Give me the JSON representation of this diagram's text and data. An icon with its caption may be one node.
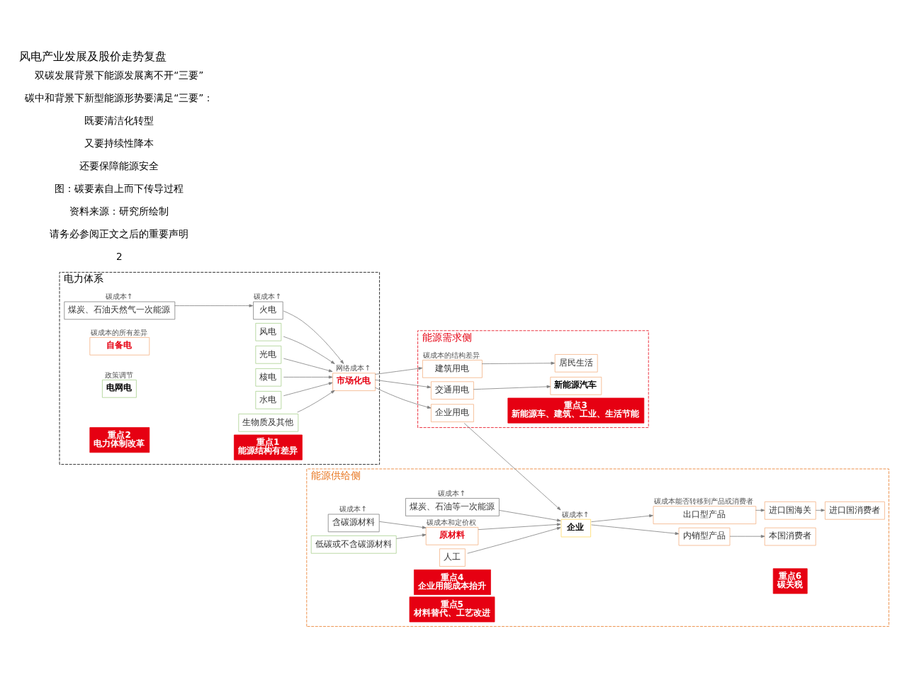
{
  "diagram": {
    "title": "风电产业发展及股价走势复盘",
    "nodes": [
      {
        "text": [
          "电力体系"
        ]
      },
      {
        "text": [
          "煤炭、石油天然气一次能源"
        ],
        "in": 0,
        "beside": [
          "碳成本↑"
        ]
      },
      {
        "text": [
          "火电"
        ],
        "in": 0,
        "beside": [
          "碳成本↑"
        ]
      },
      {
        "text": [
          "风电"
        ],
        "in": 0
      },
      {
        "text": [
          "光电"
        ],
        "in": 0
      },
      {
        "text": [
          "核电"
        ],
        "in": 0
      },
      {
        "text": [
          "水电"
        ],
        "in": 0
      },
      {
        "text": [
          "生物质及其他"
        ],
        "in": 0
      },
      {
        "text": [
          "自备电"
        ],
        "in": 0,
        "beside": [
          "碳成本的所有差异"
        ]
      },
      {
        "text": [
          "市场化电"
        ],
        "in": 0,
        "beside": [
          "网络成本↑"
        ]
      },
      {
        "text": [
          "电网电"
        ],
        "in": 0,
        "beside": [
          "政策调节"
        ]
      },
      {
        "text": [
          "重点1",
          "能源结构有差异"
        ],
        "in": 0
      },
      {
        "text": [
          "重点2",
          "电力体制改革"
        ],
        "in": 0
      },
      {
        "text": [
          "能源需求侧"
        ]
      },
      {
        "text": [
          "建筑用电"
        ],
        "in": 13,
        "beside": [
          "碳成本的结构差异"
        ]
      },
      {
        "text": [
          "交通用电"
        ],
        "in": 13
      },
      {
        "text": [
          "企业用电"
        ],
        "in": 13
      },
      {
        "text": [
          "居民生活"
        ],
        "in": 13
      },
      {
        "text": [
          "新能源汽车"
        ],
        "in": 13
      },
      {
        "text": [
          "重点3",
          "新能源车、建筑、工业、生活节能"
        ],
        "in": 13
      },
      {
        "text": [
          "能源供给侧"
        ]
      },
      {
        "text": [
          "煤炭、石油等一次能源"
        ],
        "in": 20,
        "beside": [
          "碳成本↑"
        ]
      },
      {
        "text": [
          "含碳源材料"
        ],
        "in": 20,
        "beside": [
          "碳成本↑"
        ]
      },
      {
        "text": [
          "低碳或不含碳源材料"
        ],
        "in": 20
      },
      {
        "text": [
          "原材料"
        ],
        "in": 20,
        "beside": [
          "碳成本和定价权"
        ]
      },
      {
        "text": [
          "人工"
        ],
        "in": 20
      },
      {
        "text": [
          "企业"
        ],
        "in": 20,
        "beside": [
          "碳成本↑"
        ]
      },
      {
        "text": [
          "重点4",
          "企业用能成本抬升"
        ],
        "in": 20
      },
      {
        "text": [
          "重点5",
          "材料替代、工艺改进"
        ],
        "in": 20
      },
      {
        "text": [
          "内销型产品"
        ],
        "in": 20
      },
      {
        "text": [
          "本国消费者"
        ],
        "in": 20
      },
      {
        "text": [
          "出口型产品"
        ],
        "in": 20,
        "beside": [
          "碳成本能否转移到产品或消费者"
        ]
      },
      {
        "text": [
          "进口国海关"
        ],
        "in": 20
      },
      {
        "text": [
          "进口国消费者"
        ],
        "in": 20
      },
      {
        "text": [
          "重点6",
          "碳关税"
        ],
        "in": 20
      }
    ],
    "edges": [
      {
        "from": 1,
        "to": 2,
        "arrow": "to"
      },
      {
        "from": 2,
        "to": 9,
        "arrow": "to"
      },
      {
        "from": 3,
        "to": 9,
        "arrow": "to"
      },
      {
        "from": 4,
        "to": 9,
        "arrow": "to"
      },
      {
        "from": 5,
        "to": 9,
        "arrow": "to"
      },
      {
        "from": 6,
        "to": 9,
        "arrow": "to"
      },
      {
        "from": 7,
        "to": 9,
        "arrow": "to"
      },
      {
        "from": 9,
        "to": 14,
        "arrow": "to"
      },
      {
        "from": 9,
        "to": 15,
        "arrow": "to"
      },
      {
        "from": 9,
        "to": 16,
        "arrow": "to"
      },
      {
        "from": 14,
        "to": 17,
        "arrow": "to"
      },
      {
        "from": 15,
        "to": 18,
        "arrow": "to"
      },
      {
        "from": 16,
        "to": 26,
        "arrow": "to"
      },
      {
        "from": 21,
        "to": 26,
        "arrow": "to"
      },
      {
        "from": 22,
        "to": 24,
        "arrow": "to"
      },
      {
        "from": 23,
        "to": 24,
        "arrow": "to"
      },
      {
        "from": 24,
        "to": 26,
        "arrow": "to"
      },
      {
        "from": 25,
        "to": 26,
        "arrow": "to"
      },
      {
        "from": 26,
        "to": 29,
        "arrow": "to"
      },
      {
        "from": 29,
        "to": 30,
        "arrow": "to"
      },
      {
        "from": 26,
        "to": 31,
        "arrow": "to"
      },
      {
        "from": 31,
        "to": 32,
        "arrow": "to"
      },
      {
        "from": 32,
        "to": 33,
        "arrow": "to"
      }
    ],
    "labels": [
      "双碳发展背景下能源发展离不开“三要”",
      "碳中和背景下新型能源形势要满足“三要”：",
      "既要清洁化转型",
      "又要持续性降本",
      "还要保障能源安全",
      "图：碳要素自上而下传导过程",
      "资料来源：研究所绘制",
      "请务必参阅正文之后的重要声明",
      "2"
    ]
  }
}
